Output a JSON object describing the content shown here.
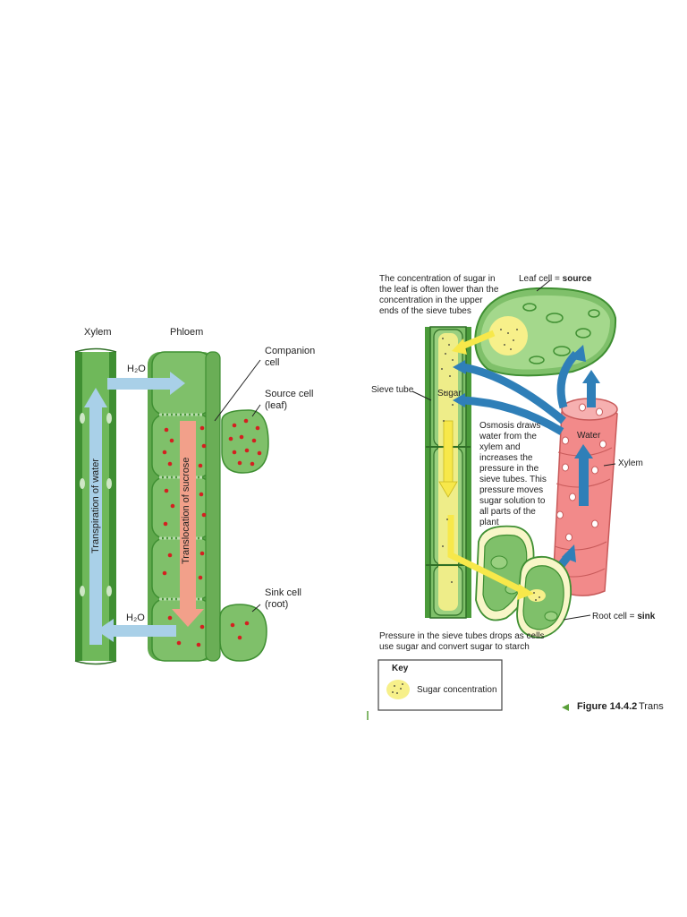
{
  "left_diagram": {
    "xylem_label": "Xylem",
    "phloem_label": "Phloem",
    "h2o_top": "H₂O",
    "h2o_bottom": "H₂O",
    "transpiration_label": "Transpiration of water",
    "translocation_label": "Translocation of sucrose",
    "companion_cell_label": "Companion cell",
    "source_cell_label": "Source cell (leaf)",
    "sink_cell_label": "Sink cell (root)"
  },
  "right_diagram": {
    "top_note": "The concentration of sugar in the leaf is often lower than the concentration in the upper ends of the sieve tubes",
    "leaf_cell_prefix": "Leaf cell = ",
    "leaf_cell_bold": "source",
    "sieve_tube_label": "Sieve tube",
    "sugar_label": "Sugar",
    "osmosis_note": "Osmosis draws water from the xylem and increases the pressure in the sieve tubes. This pressure moves sugar solution to all parts of the plant",
    "water_label": "Water",
    "xylem_label": "Xylem",
    "root_cell_prefix": "Root cell = ",
    "root_cell_bold": "sink",
    "bottom_note": "Pressure in the sieve tubes drops as cells use sugar and convert sugar to starch",
    "key_title": "Key",
    "key_item": "Sugar concentration",
    "figure_label": "Figure 14.4.2",
    "figure_caption_fragment": "Trans"
  },
  "colors": {
    "xylem_green": "#4a9a3a",
    "cell_green": "#7fc06a",
    "water_arrow": "#a9d0e8",
    "sucrose_arrow": "#f2a08a",
    "sugar_dot": "#d42020",
    "xylem_pink": "#f28a8a",
    "flow_blue": "#2f7fb8",
    "sugar_yellow": "#f7f08a",
    "figure_arrow": "#5aa03a"
  }
}
